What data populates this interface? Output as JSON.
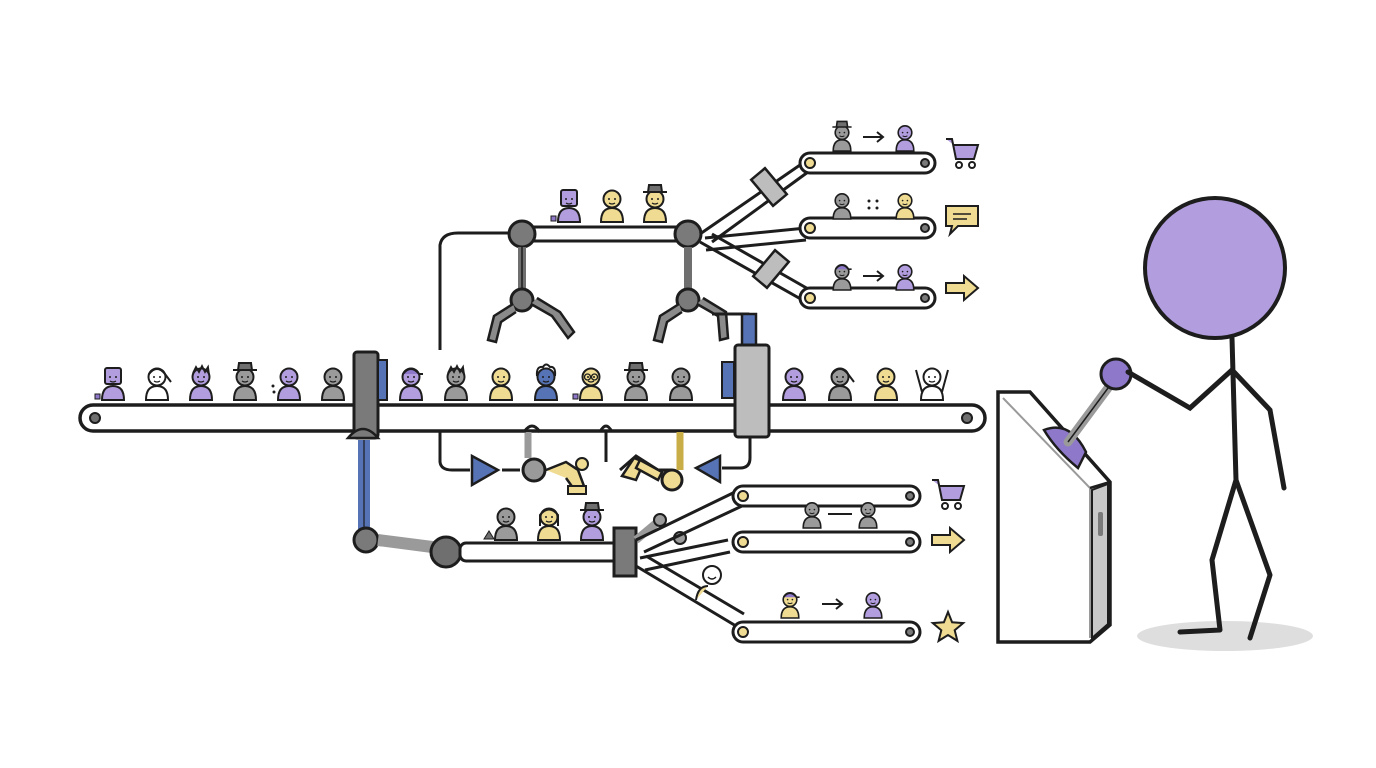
{
  "diagram": {
    "description_kind": "hand-drawn conveyor sorting illustration",
    "colors": {
      "ink": "#1d1d1d",
      "purple": "#b29ddf",
      "purple_dark": "#8e78c9",
      "yellow": "#efdc92",
      "yellow_dark": "#c9ad46",
      "gray": "#9a9a9a",
      "gray_dark": "#6f6f6f",
      "blue": "#5673b6",
      "belt_fill": "#ffffff",
      "shadow": "#dedede"
    },
    "icons": [
      "person-icon",
      "robot-claw-icon",
      "robot-arm-icon",
      "cart-icon",
      "chat-bubble-icon",
      "arrow-right-icon",
      "star-icon",
      "control-lever-icon",
      "stick-figure-operator"
    ],
    "input_queue": [
      {
        "color": "#b29ddf",
        "kind": "square-head",
        "extra": "square"
      },
      {
        "color": "#ffffff",
        "kind": "ponytail"
      },
      {
        "color": "#b29ddf",
        "kind": "spiky"
      },
      {
        "color": "#9a9a9a",
        "kind": "hat"
      },
      {
        "color": "#b29ddf",
        "kind": "plain",
        "extra": "dots"
      },
      {
        "color": "#9a9a9a",
        "kind": "plain"
      }
    ],
    "main_belt_people": [
      {
        "color": "#b29ddf",
        "kind": "cap"
      },
      {
        "color": "#9a9a9a",
        "kind": "spiky"
      },
      {
        "color": "#efdc92",
        "kind": "plain"
      },
      {
        "color": "#5673b6",
        "kind": "curly"
      },
      {
        "color": "#efdc92",
        "kind": "glasses",
        "extra": "square"
      },
      {
        "color": "#9a9a9a",
        "kind": "hat"
      },
      {
        "color": "#9a9a9a",
        "kind": "plain"
      }
    ],
    "output_queue": [
      {
        "color": "#b29ddf",
        "kind": "plain"
      },
      {
        "color": "#9a9a9a",
        "kind": "ponytail"
      },
      {
        "color": "#efdc92",
        "kind": "plain"
      },
      {
        "color": "#ffffff",
        "kind": "waving"
      }
    ],
    "upper_group": [
      {
        "color": "#b29ddf",
        "kind": "square-head",
        "extra": "square"
      },
      {
        "color": "#efdc92",
        "kind": "plain"
      },
      {
        "color": "#efdc92",
        "kind": "hat"
      }
    ],
    "lower_group": [
      {
        "color": "#9a9a9a",
        "kind": "plain",
        "extra": "triangle"
      },
      {
        "color": "#efdc92",
        "kind": "long-hair"
      },
      {
        "color": "#b29ddf",
        "kind": "hat"
      }
    ],
    "upper_branches": [
      {
        "from": {
          "color": "#9a9a9a",
          "kind": "hat"
        },
        "to": {
          "color": "#b29ddf",
          "kind": "plain"
        },
        "link": "arrow",
        "outcome": "cart-icon"
      },
      {
        "from": {
          "color": "#9a9a9a",
          "kind": "plain"
        },
        "to": {
          "color": "#efdc92",
          "kind": "plain"
        },
        "link": "dots",
        "outcome": "chat-bubble-icon"
      },
      {
        "from": {
          "color": "#9a9a9a",
          "kind": "cap"
        },
        "to": {
          "color": "#b29ddf",
          "kind": "plain"
        },
        "link": "arrow",
        "outcome": "arrow-right-icon"
      }
    ],
    "lower_branches": [
      {
        "from": {
          "color": "#9a9a9a",
          "kind": "plain"
        },
        "to": {
          "color": "#9a9a9a",
          "kind": "plain"
        },
        "link": "dash",
        "outcome": "cart-icon"
      },
      {
        "from": null,
        "to": null,
        "link": "none",
        "outcome": "arrow-right-icon"
      },
      {
        "from": {
          "color": "#efdc92",
          "kind": "cap"
        },
        "to": {
          "color": "#b29ddf",
          "kind": "plain"
        },
        "link": "arrow",
        "outcome": "star-icon"
      }
    ],
    "operator": {
      "head_color": "#b29ddf",
      "knob_color": "#8e78c9"
    }
  }
}
